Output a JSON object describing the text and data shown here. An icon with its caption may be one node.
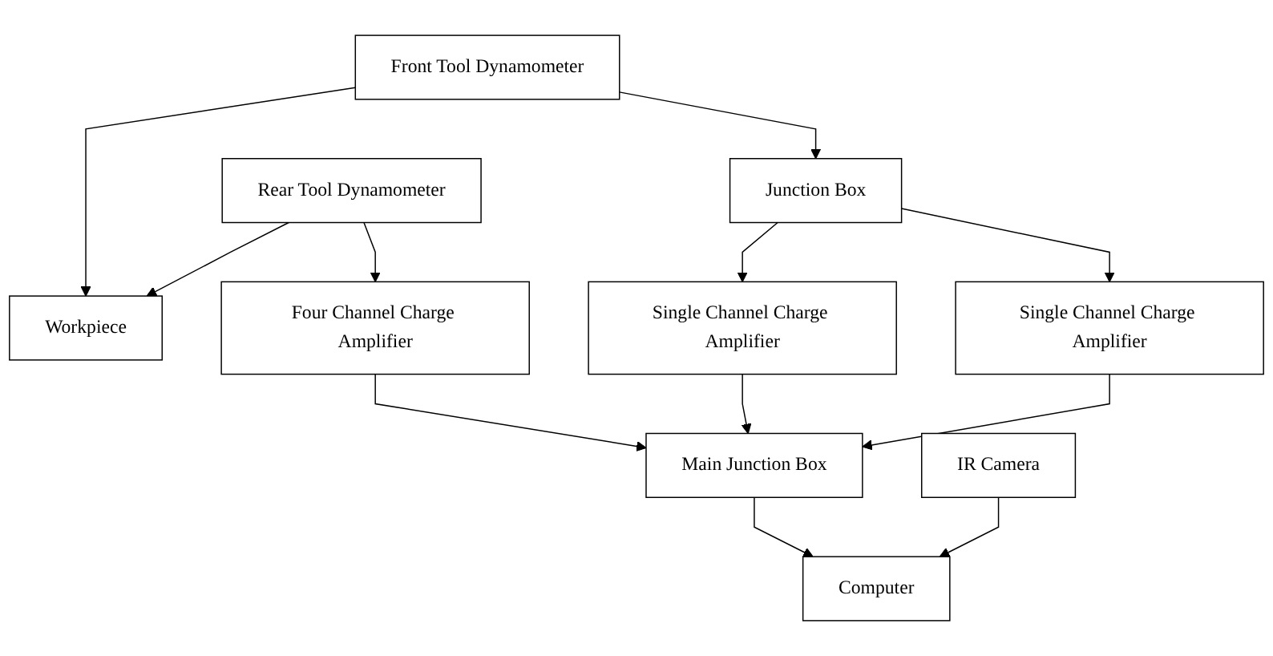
{
  "diagram": {
    "nodes": [
      {
        "text": [
          "IR Camera"
        ]
      },
      {
        "text": [
          "Rear Tool Dynamometer"
        ]
      },
      {
        "text": [
          "Workpiece"
        ]
      },
      {
        "text": [
          "Junction Box"
        ]
      },
      {
        "text": [
          "Front Tool Dynamometer"
        ]
      },
      {
        "text": [
          "Single Channel Charge Amplifier"
        ]
      },
      {
        "text": [
          "Single Channel Charge Amplifier"
        ]
      },
      {
        "text": [
          "Four Channel Charge Amplifier"
        ]
      },
      {
        "text": [
          "Main Junction Box"
        ]
      },
      {
        "text": [
          "Computer"
        ]
      }
    ],
    "edges": [
      {
        "from": 0,
        "to": 9,
        "arrow": "to"
      },
      {
        "from": 1,
        "to": 2,
        "arrow": "to"
      },
      {
        "from": 1,
        "to": 7,
        "arrow": "to"
      },
      {
        "from": 4,
        "to": 2,
        "arrow": "to"
      },
      {
        "from": 4,
        "to": 3,
        "arrow": "to"
      },
      {
        "from": 3,
        "to": 5,
        "arrow": "to"
      },
      {
        "from": 3,
        "to": 6,
        "arrow": "to"
      },
      {
        "from": 5,
        "to": 8,
        "arrow": "to"
      },
      {
        "from": 6,
        "to": 8,
        "arrow": "to"
      },
      {
        "from": 7,
        "to": 8,
        "arrow": "to"
      },
      {
        "from": 8,
        "to": 9,
        "arrow": "to"
      }
    ]
  }
}
